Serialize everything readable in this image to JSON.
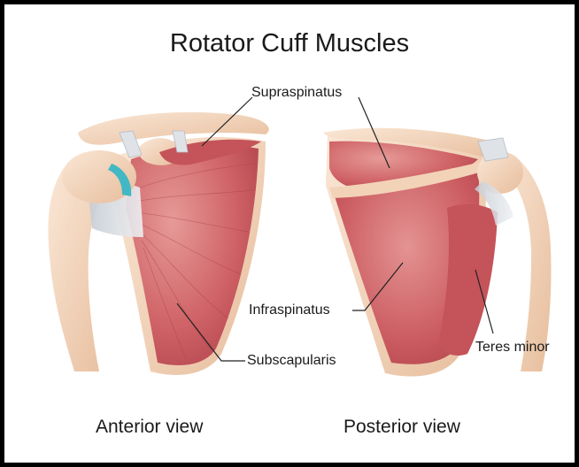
{
  "title": "Rotator Cuff Muscles",
  "labels": {
    "supraspinatus": "Supraspinatus",
    "infraspinatus": "Infraspinatus",
    "subscapularis": "Subscapularis",
    "teres_minor": "Teres minor"
  },
  "views": {
    "anterior": "Anterior view",
    "posterior": "Posterior view"
  },
  "colors": {
    "frame": "#000000",
    "bone": "#f3d6bd",
    "muscle": "#c8545a",
    "muscle_light": "#e08c8d",
    "tendon": "#d9dde2",
    "cartilage": "#42b8c4"
  }
}
